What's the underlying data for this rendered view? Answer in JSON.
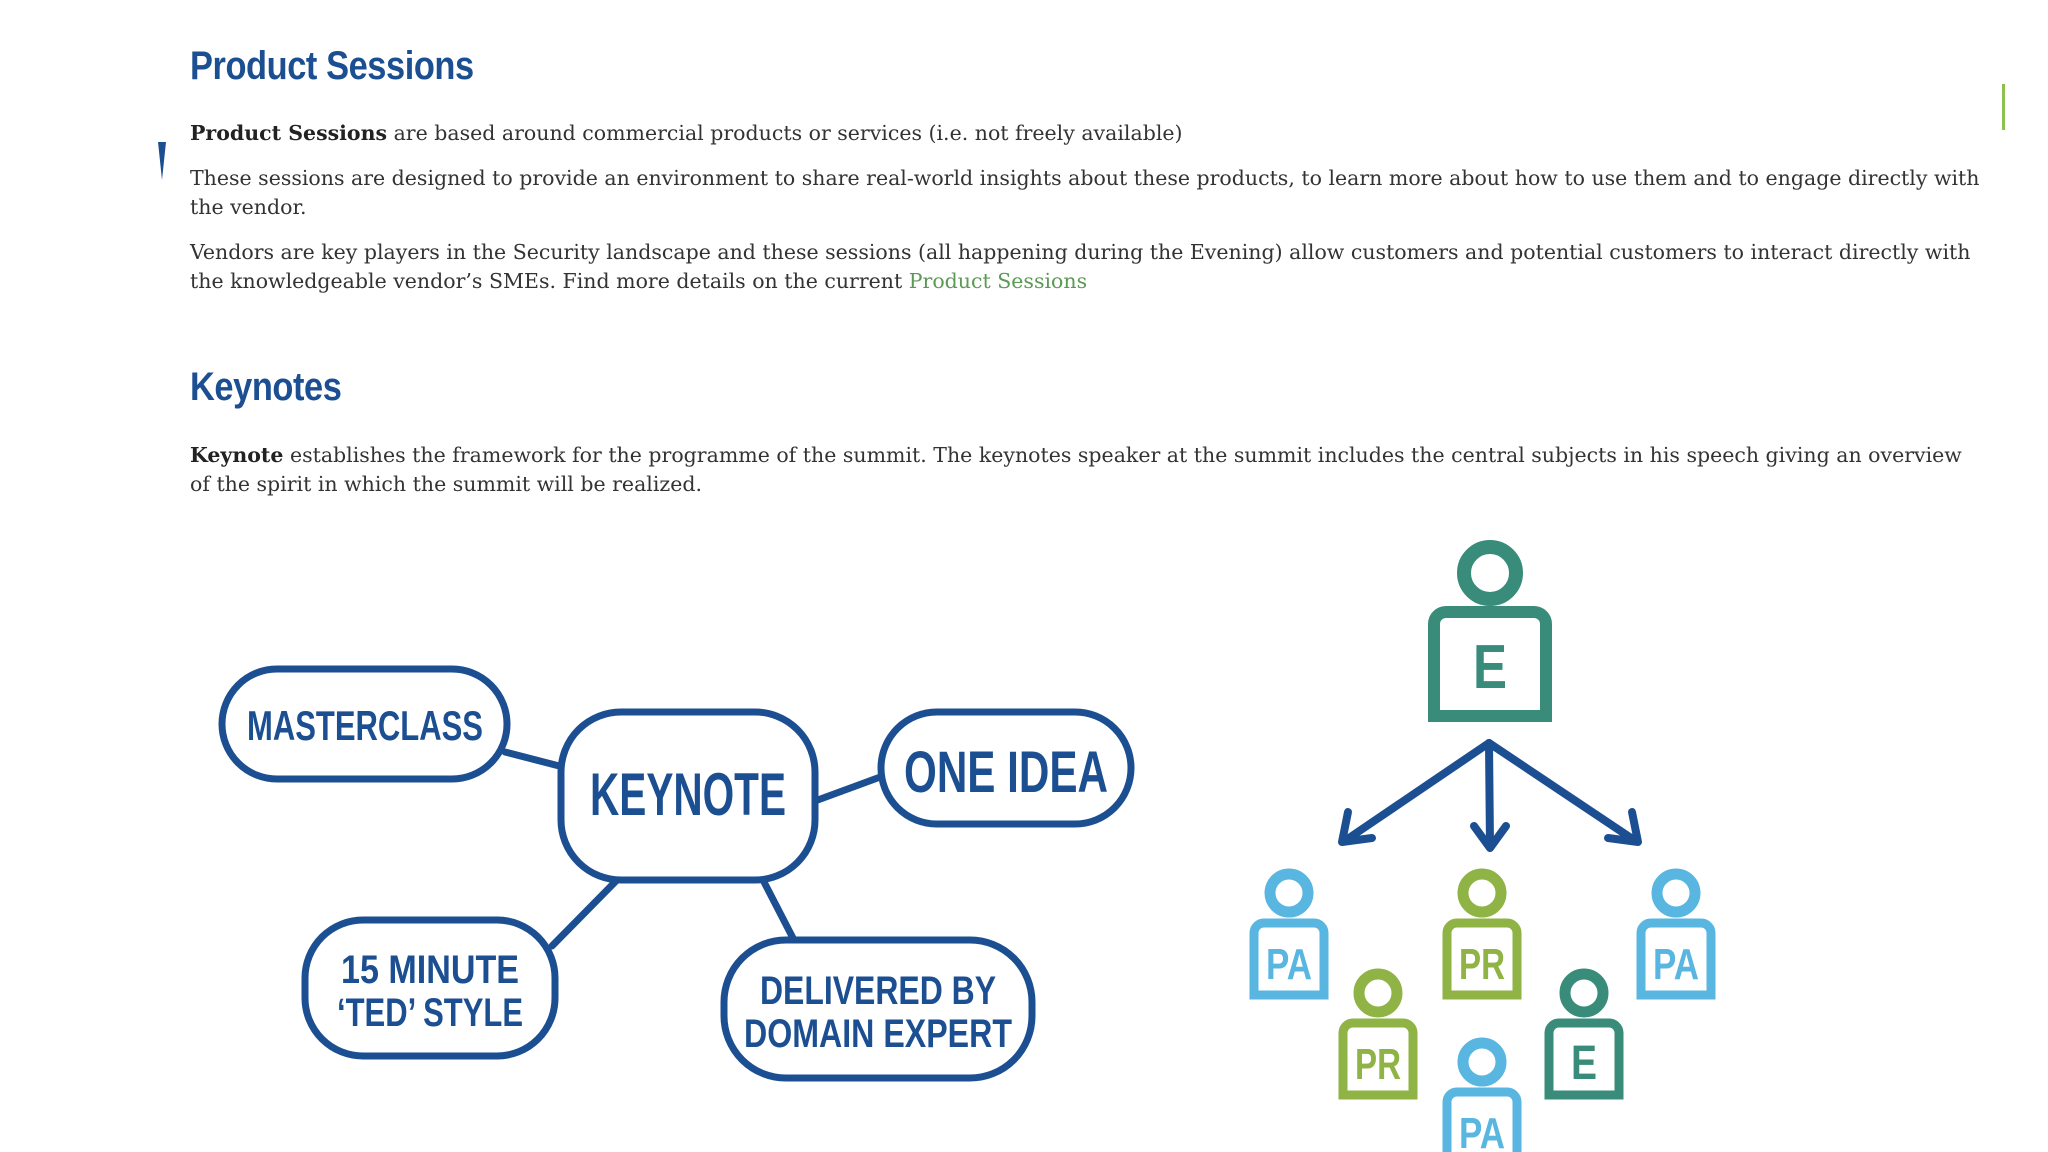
{
  "product_sessions": {
    "title": "Product Sessions",
    "p1_bold": "Product Sessions",
    "p1_rest": " are based around commercial products or services (i.e. not freely available)",
    "p2": "These sessions are designed to provide an environment to share real-world insights about these products, to learn more about how to use them and to engage directly with the vendor.",
    "p3_text": "Vendors are key players in the Security landscape and these sessions (all happening during the Evening) allow customers and potential customers to interact directly with the knowledgeable vendor’s SMEs. Find more details on the current ",
    "p3_link": "Product Sessions"
  },
  "keynotes": {
    "title": "Keynotes",
    "p_bold": "Keynote",
    "p_rest": " establishes the framework for the programme of the summit. The keynotes speaker at the summit includes the central subjects in his speech giving an overview of the spirit in which the summit will be realized."
  },
  "keynote_diagram": {
    "center": "KEYNOTE",
    "masterclass": "MASTERCLASS",
    "one_idea": "ONE IDEA",
    "ted_line1": "15 MINUTE",
    "ted_line2": "‘TED’ STYLE",
    "expert_line1": "DELIVERED BY",
    "expert_line2": "DOMAIN EXPERT",
    "color": "#1c4f92"
  },
  "people_diagram": {
    "top": "E",
    "people": [
      "PA",
      "PR",
      "PA",
      "PR",
      "E",
      "PA"
    ],
    "colors": {
      "E": "#3a8c7a",
      "PA": "#58b6e0",
      "PR": "#8fb345",
      "arrow": "#1c4f92"
    }
  }
}
